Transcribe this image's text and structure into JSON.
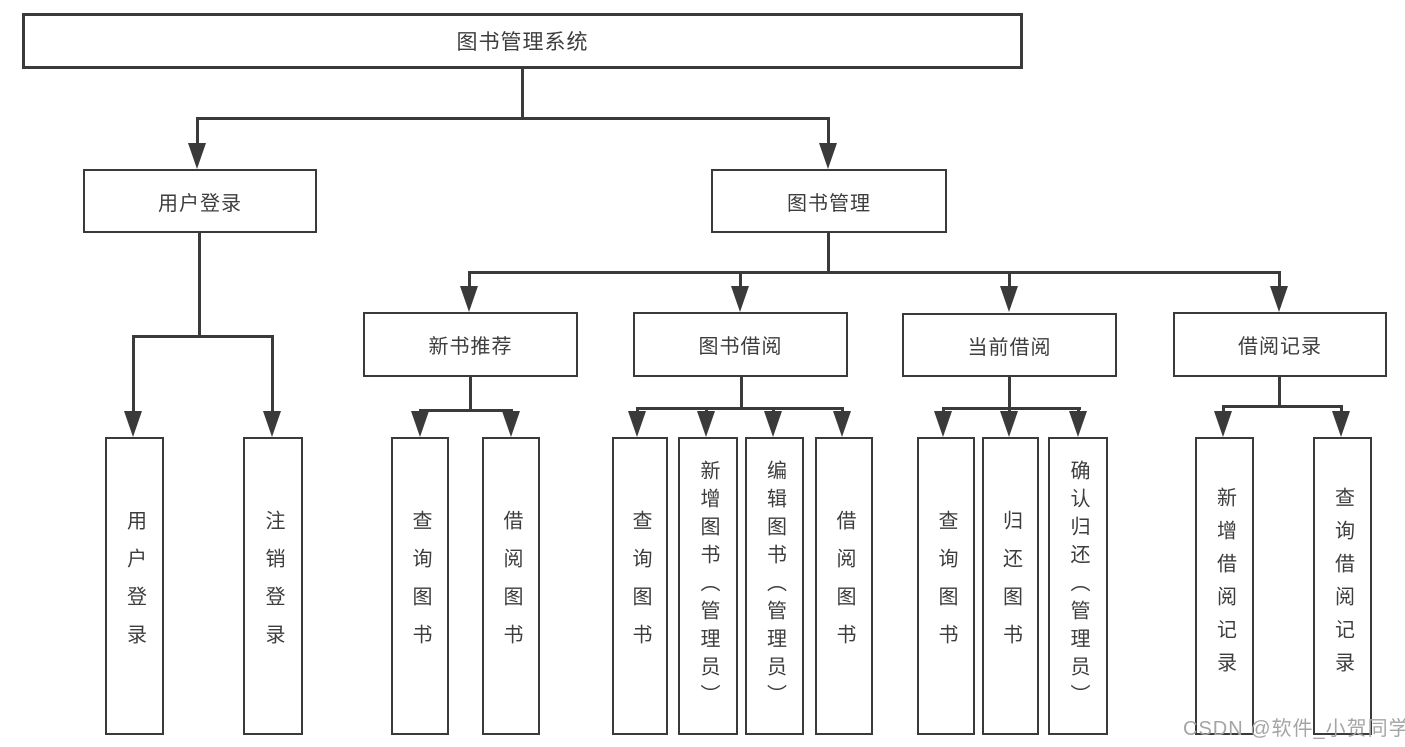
{
  "diagram": {
    "title_node": {
      "label": "图书管理系统"
    },
    "level2": [
      {
        "label": "用户登录"
      },
      {
        "label": "图书管理"
      }
    ],
    "level3": [
      {
        "label": "新书推荐"
      },
      {
        "label": "图书借阅"
      },
      {
        "label": "当前借阅"
      },
      {
        "label": "借阅记录"
      }
    ],
    "leaves": [
      {
        "label": "用户登录"
      },
      {
        "label": "注销登录"
      },
      {
        "label": "查询图书"
      },
      {
        "label": "借阅图书"
      },
      {
        "label": "查询图书"
      },
      {
        "label": "新增图书（管理员）"
      },
      {
        "label": "编辑图书（管理员）"
      },
      {
        "label": "借阅图书"
      },
      {
        "label": "查询图书"
      },
      {
        "label": "归还图书"
      },
      {
        "label": "确认归还（管理员）"
      },
      {
        "label": "新增借阅记录"
      },
      {
        "label": "查询借阅记录"
      }
    ],
    "watermark": "CSDN @软件_小贺同学",
    "colors": {
      "line": "#3a3a3a",
      "text": "#3d3d3d",
      "watermark": "#a5a5a5",
      "bg": "#ffffff"
    }
  }
}
